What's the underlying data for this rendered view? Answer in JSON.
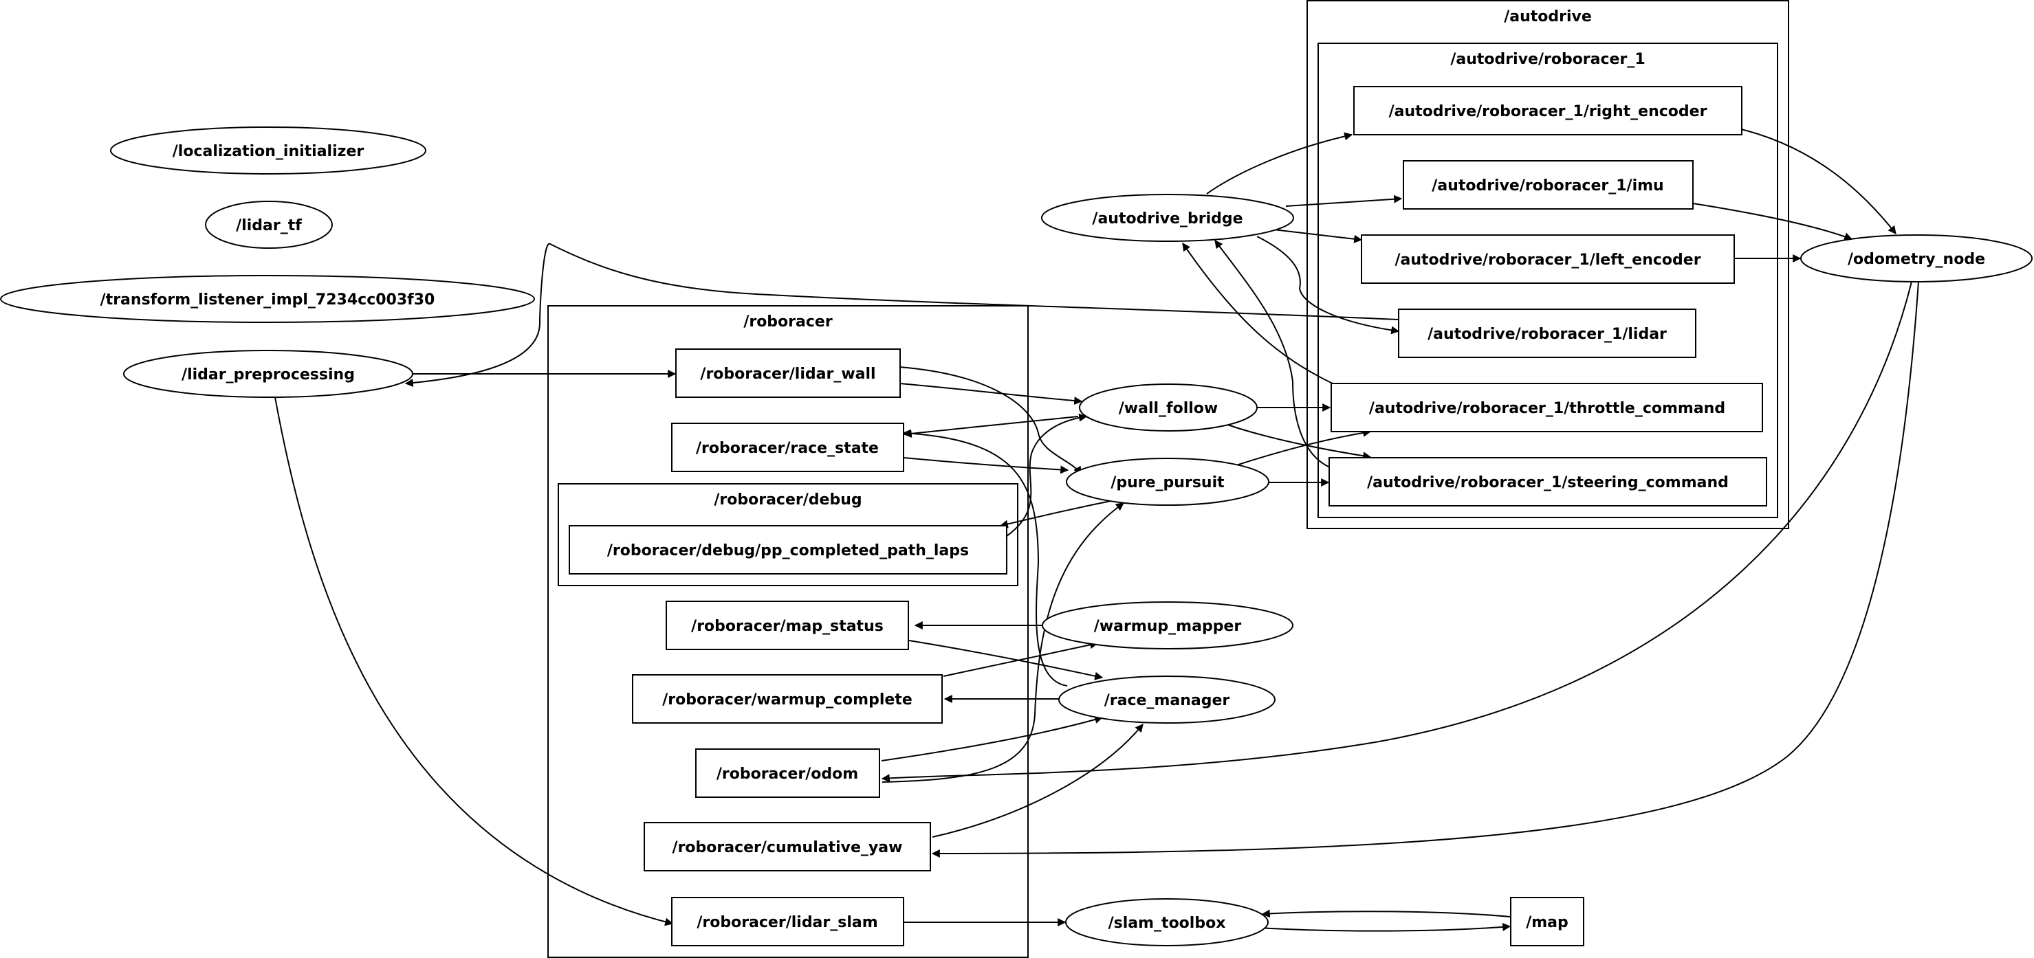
{
  "graph": {
    "clusters": {
      "autodrive": "/autodrive",
      "autodrive_roboracer_1": "/autodrive/roboracer_1",
      "roboracer": "/roboracer",
      "roboracer_debug": "/roboracer/debug"
    },
    "nodes": {
      "localization_initializer": "/localization_initializer",
      "lidar_tf": "/lidar_tf",
      "transform_listener": "/transform_listener_impl_7234cc003f30",
      "lidar_preprocessing": "/lidar_preprocessing",
      "autodrive_bridge": "/autodrive_bridge",
      "wall_follow": "/wall_follow",
      "pure_pursuit": "/pure_pursuit",
      "warmup_mapper": "/warmup_mapper",
      "race_manager": "/race_manager",
      "slam_toolbox": "/slam_toolbox",
      "odometry_node": "/odometry_node"
    },
    "topics": {
      "right_encoder": "/autodrive/roboracer_1/right_encoder",
      "imu": "/autodrive/roboracer_1/imu",
      "left_encoder": "/autodrive/roboracer_1/left_encoder",
      "lidar": "/autodrive/roboracer_1/lidar",
      "throttle_command": "/autodrive/roboracer_1/throttle_command",
      "steering_command": "/autodrive/roboracer_1/steering_command",
      "lidar_wall": "/roboracer/lidar_wall",
      "race_state": "/roboracer/race_state",
      "pp_completed_path_laps": "/roboracer/debug/pp_completed_path_laps",
      "map_status": "/roboracer/map_status",
      "warmup_complete": "/roboracer/warmup_complete",
      "odom": "/roboracer/odom",
      "cumulative_yaw": "/roboracer/cumulative_yaw",
      "lidar_slam": "/roboracer/lidar_slam",
      "map": "/map"
    }
  }
}
